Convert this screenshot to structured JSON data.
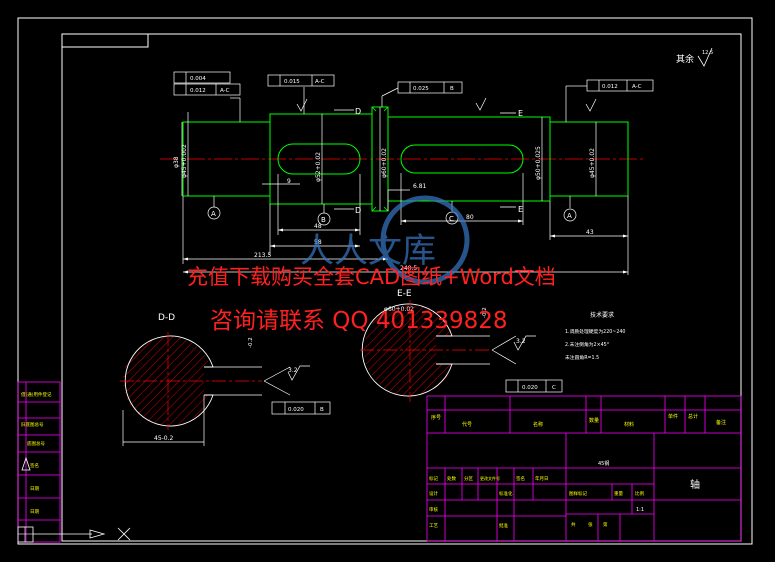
{
  "colors": {
    "background": "#000000",
    "frame": "#ffffff",
    "title_block": "#ff00ff",
    "outline": "#00ff00",
    "center_line": "#ff0000",
    "dimension": "#ffffff",
    "hatch": "#ff0000",
    "watermark": "#ff2020",
    "logo": "#3a78c8"
  },
  "header": {
    "surface_finish_note": "其余"
  },
  "section_labels": {
    "dd": "D-D",
    "ee": "E-E"
  },
  "cut_markers": [
    "D",
    "D",
    "E",
    "E"
  ],
  "datums": [
    "A",
    "B",
    "C",
    "A"
  ],
  "tolerances": {
    "top_left_1": "0.004",
    "top_left_2": "0.012",
    "top_left_2_ref": "A-C",
    "runout_b1": "0.015",
    "runout_b1_ref": "A-C",
    "runout_b2": "0.025",
    "runout_b2_ref": "B",
    "runout_right": "0.012",
    "runout_right_ref": "A-C",
    "sym_dd": "0.020",
    "sym_dd_ref": "B",
    "sym_ee": "0.020",
    "sym_ee_ref": "C"
  },
  "roughness": [
    "3.2",
    "3.2"
  ],
  "dimensions": {
    "d_left_1": "φ38",
    "d_left_2": "φ45+0.002",
    "d_key1": "φ52+0.02",
    "d_center": "φ60+0.02",
    "d_key2": "φ50+0.025",
    "d_right": "φ45+0.02",
    "len_9": "9",
    "len_48": "48",
    "len_58": "58",
    "len_6_81": "6.81",
    "len_80": "80",
    "len_43": "43",
    "len_213_5": "213.5",
    "len_240_5": "240.5",
    "dd_width": "45-0.2",
    "ee_width": "φ60+0.02"
  },
  "tech_notes": {
    "title": "技术要求",
    "lines": [
      "1.调质处理硬度为220~240",
      "2.未注倒角为2×45°",
      "未注圆角R=1.5"
    ]
  },
  "title_block": {
    "part_name": "轴",
    "material": "45钢",
    "scale": "1:1",
    "left_column": [
      "借(通)用件登记",
      "旧底图总号",
      "底图总号",
      "签名",
      "日期",
      "日期"
    ],
    "header_row": [
      "序号",
      "代号",
      "名称",
      "数量",
      "材料",
      "单件",
      "总计",
      "备注"
    ],
    "lower_row": [
      "标记",
      "处数",
      "分区",
      "更改文件号",
      "签名",
      "年月日"
    ],
    "sub_rows": [
      "设计",
      "审核",
      "工艺",
      "标准化",
      "批准"
    ],
    "right_cells": [
      "图样标记",
      "重量",
      "比例",
      "共",
      "张",
      "第"
    ]
  },
  "watermark": {
    "line1": "充值下载购买全套CAD图纸+Word文档",
    "line2": "咨询请联系 QQ 401339828",
    "logo_text": "人人文库"
  }
}
